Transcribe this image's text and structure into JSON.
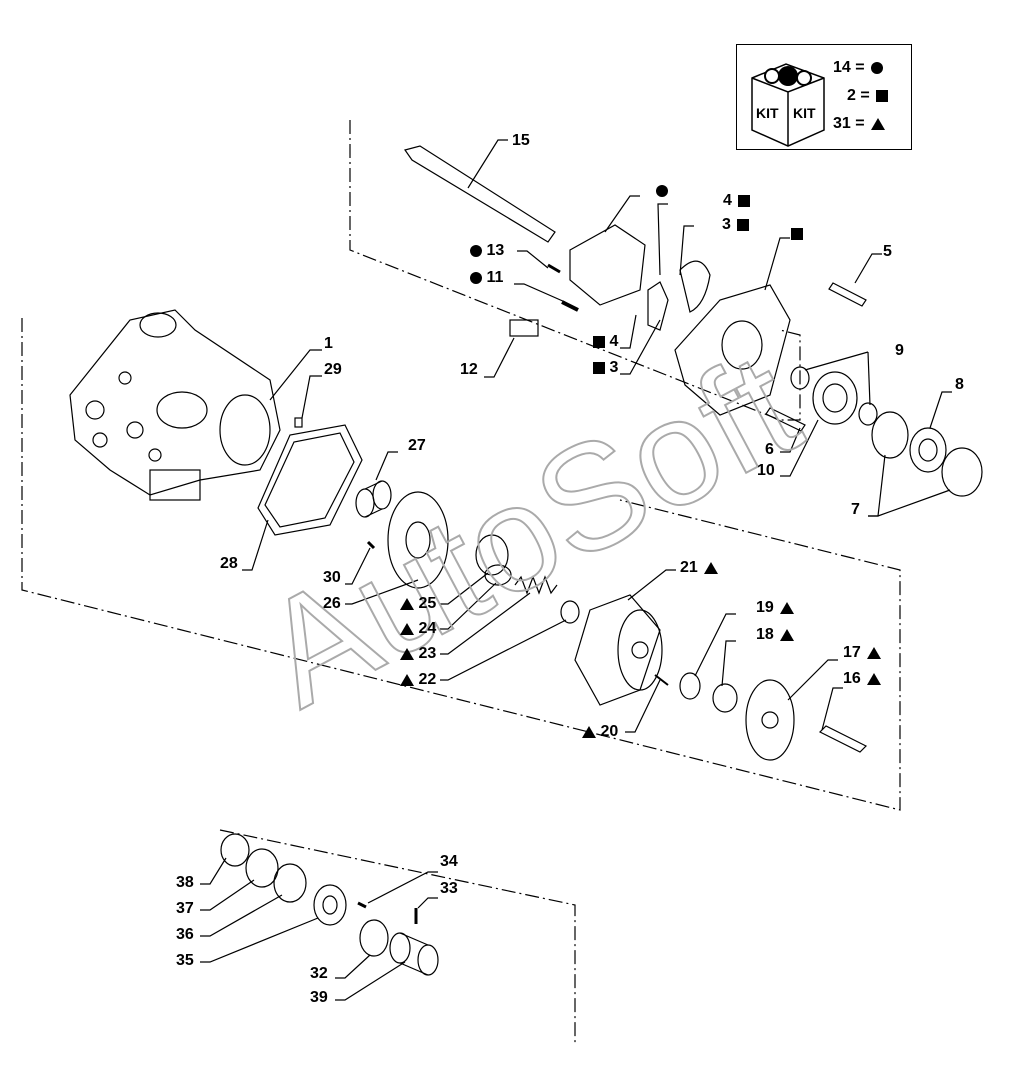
{
  "kit_legend": {
    "row1_text": "14 =",
    "row1_symbol": "circle",
    "row2_text": "2 =",
    "row2_symbol": "square",
    "row3_text": "31 =",
    "row3_symbol": "triangle",
    "icon_text_left": "KIT",
    "icon_text_right": "KIT"
  },
  "watermark": "AutoSoft",
  "callouts": {
    "c1": "1",
    "c29": "29",
    "c28": "28",
    "c27": "27",
    "c30": "30",
    "c26": "26",
    "c25": "25",
    "c24": "24",
    "c23": "23",
    "c22": "22",
    "c21": "21",
    "c20": "20",
    "c19": "19",
    "c18": "18",
    "c17": "17",
    "c16": "16",
    "c15": "15",
    "c13": "13",
    "c11": "11",
    "c12": "12",
    "c4top": "4",
    "c3top": "3",
    "c4": "4",
    "c3": "3",
    "c5": "5",
    "c9": "9",
    "c8": "8",
    "c6": "6",
    "c10": "10",
    "c7": "7",
    "c38": "38",
    "c37": "37",
    "c36": "36",
    "c35": "35",
    "c34": "34",
    "c33": "33",
    "c32": "32",
    "c39": "39"
  }
}
